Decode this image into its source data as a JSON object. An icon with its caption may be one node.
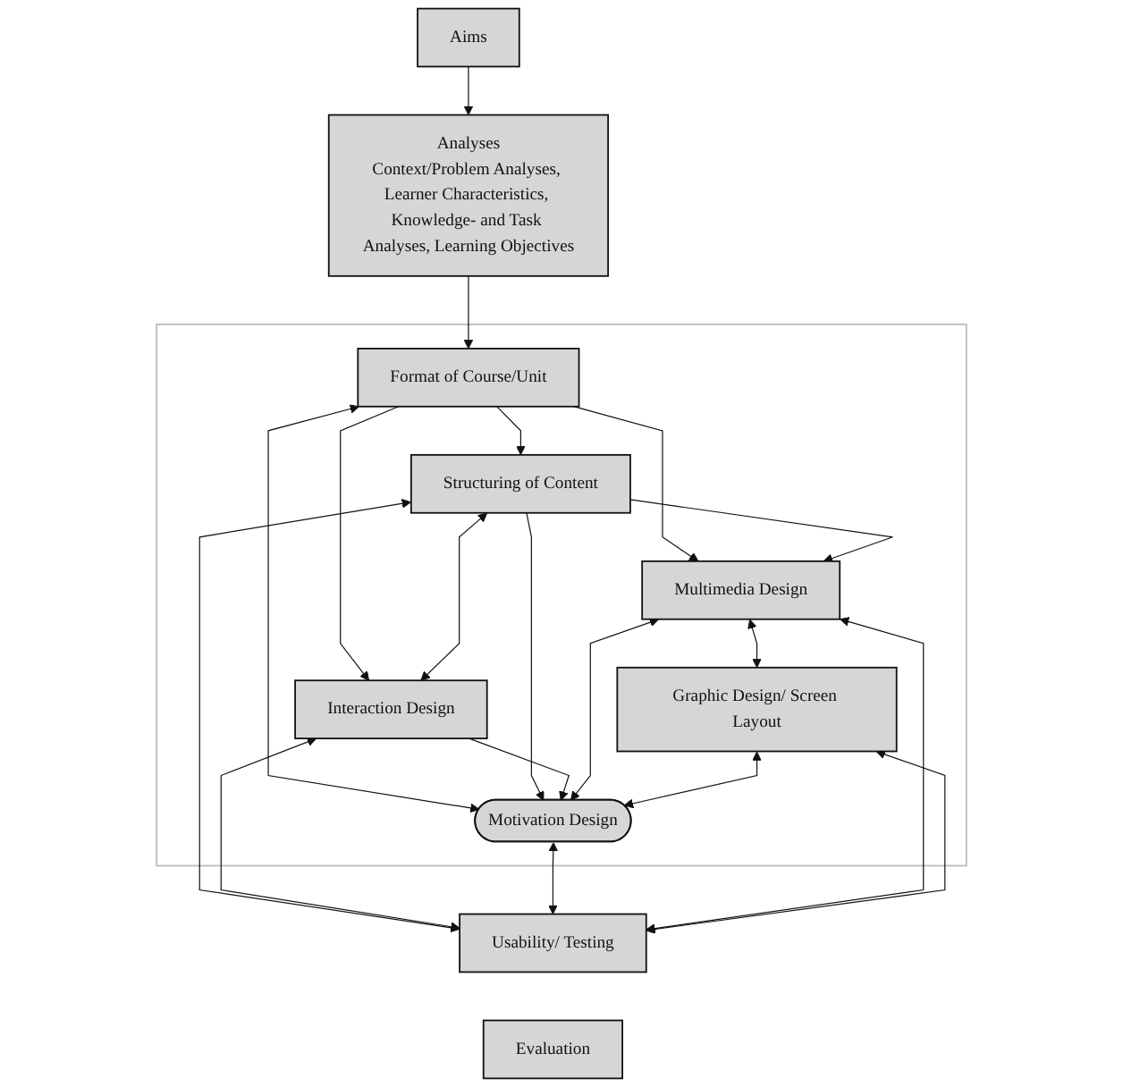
{
  "diagram": {
    "nodes": [
      {
        "text": [
          "Aims"
        ]
      },
      {
        "text": [
          "Analyses",
          "Context/Problem Analyses, Learner Characteristics, Knowledge- and Task Analyses, Learning Objectives"
        ]
      },
      {
        "text": [],
        "shape": "box"
      },
      {
        "text": [
          "Format of Course/Unit"
        ],
        "in": 2
      },
      {
        "text": [
          "Structuring of Content"
        ],
        "in": 2
      },
      {
        "text": [
          "Interaction Design"
        ],
        "in": 2
      },
      {
        "text": [
          "Motivation Design"
        ],
        "in": 2
      },
      {
        "text": [
          "Multimedia Design"
        ],
        "in": 2
      },
      {
        "text": [
          "Graphic Design/ Screen Layout"
        ],
        "in": 2
      },
      {
        "text": [
          "Usability/ Testing"
        ]
      },
      {
        "text": [
          "Evaluation"
        ]
      }
    ],
    "edges": [
      {
        "from": 0,
        "to": 1,
        "arrow": "to"
      },
      {
        "from": 1,
        "to": 3,
        "arrow": "to"
      },
      {
        "from": 3,
        "to": 4,
        "arrow": "to"
      },
      {
        "from": 3,
        "to": 5,
        "arrow": "to"
      },
      {
        "from": 3,
        "to": 7,
        "arrow": "to"
      },
      {
        "from": 3,
        "to": 6,
        "arrow": "both"
      },
      {
        "from": 4,
        "to": 5,
        "arrow": "both"
      },
      {
        "from": 4,
        "to": 6,
        "arrow": "to"
      },
      {
        "from": 5,
        "to": 6,
        "arrow": "to"
      },
      {
        "from": 4,
        "to": 7,
        "arrow": "to"
      },
      {
        "from": 7,
        "to": 6,
        "arrow": "both"
      },
      {
        "from": 8,
        "to": 6,
        "arrow": "both"
      },
      {
        "from": 7,
        "to": 8,
        "arrow": "both"
      },
      {
        "from": 4,
        "to": 9,
        "arrow": "both"
      },
      {
        "from": 5,
        "to": 9,
        "arrow": "both"
      },
      {
        "from": 6,
        "to": 9,
        "arrow": "both"
      },
      {
        "from": 7,
        "to": 9,
        "arrow": "both"
      },
      {
        "from": 8,
        "to": 9,
        "arrow": "both"
      }
    ]
  }
}
